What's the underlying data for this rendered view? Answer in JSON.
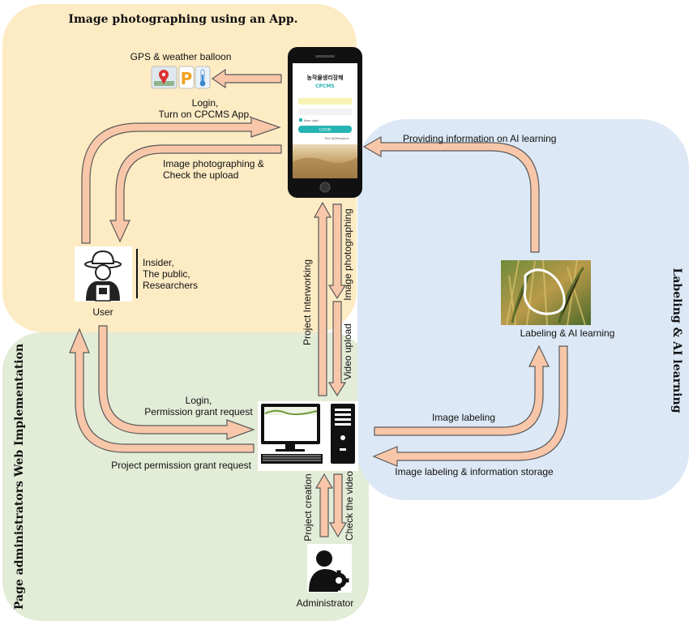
{
  "regions": {
    "app": {
      "title": "Image photographing using an App.",
      "color": "#fdebc4"
    },
    "web": {
      "title": "Page administrators Web Implementation",
      "color": "#e2ecd7"
    },
    "labeling": {
      "title": "Labeling & AI learning",
      "color": "#dce8f5"
    }
  },
  "phone": {
    "title_ko": "농작물생리장해",
    "brand": "CPCMS",
    "login_button": "LOGIN",
    "remember_label": "Keep login",
    "forgot_label": "Find ID/Password"
  },
  "actors": {
    "user": {
      "label": "User",
      "icon": "farmer-icon"
    },
    "user_types": [
      "Insider,",
      "The public,",
      "Researchers"
    ],
    "admin": {
      "label": "Administrator",
      "icon": "admin-gear-icon"
    }
  },
  "nodes": {
    "gps": {
      "label": "GPS & weather balloon"
    },
    "labeling": {
      "label": "Labeling & AI learning"
    }
  },
  "flows": {
    "login_app": [
      "Login,",
      "Turn on CPCMS App."
    ],
    "photo_upload": [
      "Image photographing &",
      "Check the upload"
    ],
    "ai_info": "Providing information on AI learning",
    "project_interworking": "Project Interworking",
    "image_photographing": "Image photographing",
    "video_upload": "Video upload",
    "login_permission": [
      "Login,",
      "Permission grant request"
    ],
    "project_permission": "Project permission grant request",
    "image_labeling": "Image labeling",
    "label_storage": "Image labeling & information storage",
    "project_creation": "Project creation",
    "check_video": "Check the video"
  },
  "colors": {
    "arrow_fill": "#f8c7a9",
    "arrow_stroke": "#5a5a5a"
  }
}
